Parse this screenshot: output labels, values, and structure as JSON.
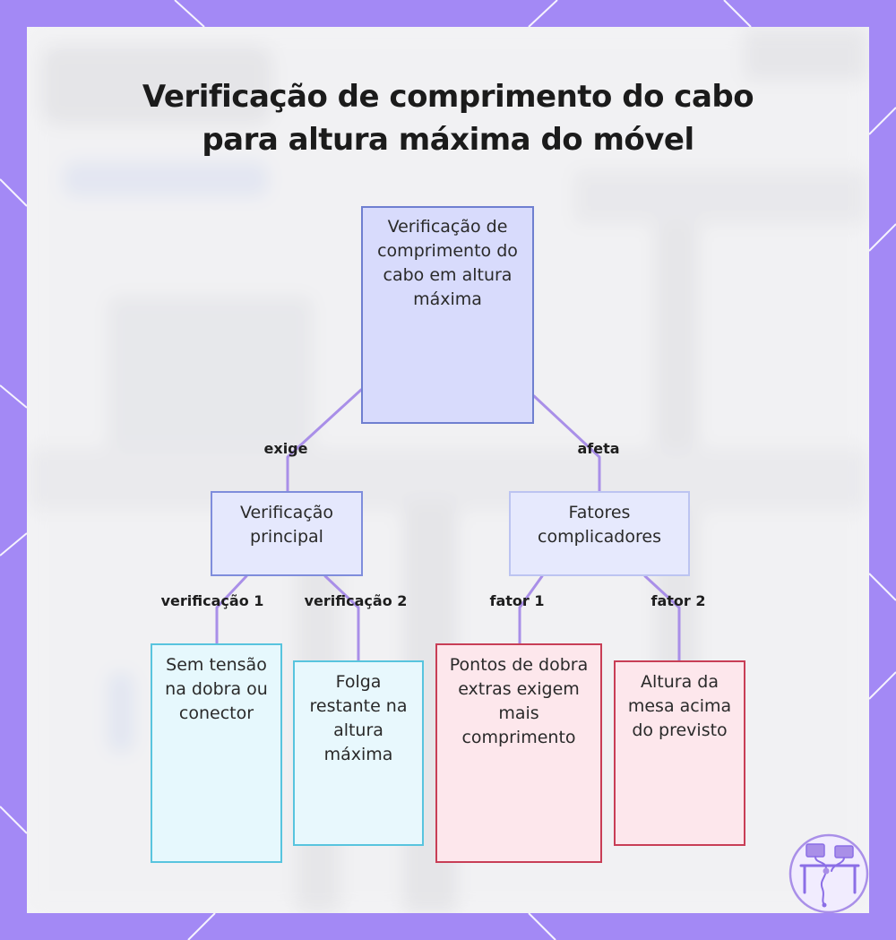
{
  "title": {
    "line1": "Verificação de comprimento do cabo",
    "line2": "para altura máxima do móvel"
  },
  "nodes": {
    "root": "Verificação de comprimento do cabo em altura máxima",
    "main_check": "Verificação principal",
    "factors": "Fatores complicadores",
    "no_tension": "Sem tensão na dobra ou conector",
    "slack": "Folga restante na altura máxima",
    "bend_points": "Pontos de dobra extras exigem mais comprimento",
    "desk_height": "Altura da mesa acima do previsto"
  },
  "edges": {
    "requires": "exige",
    "affects": "afeta",
    "check_1": "verificação 1",
    "check_2": "verificação 2",
    "factor_1": "fator 1",
    "factor_2": "fator 2"
  },
  "colors": {
    "frame": "#a389f5",
    "connector": "#a98fe8",
    "root_fill": "#d8dbfc",
    "root_border": "#6f7fd0",
    "check_fill": "#e6f8fd",
    "check_border": "#58c4de",
    "factor_fill": "#fde7ec",
    "factor_border": "#c83e56"
  }
}
